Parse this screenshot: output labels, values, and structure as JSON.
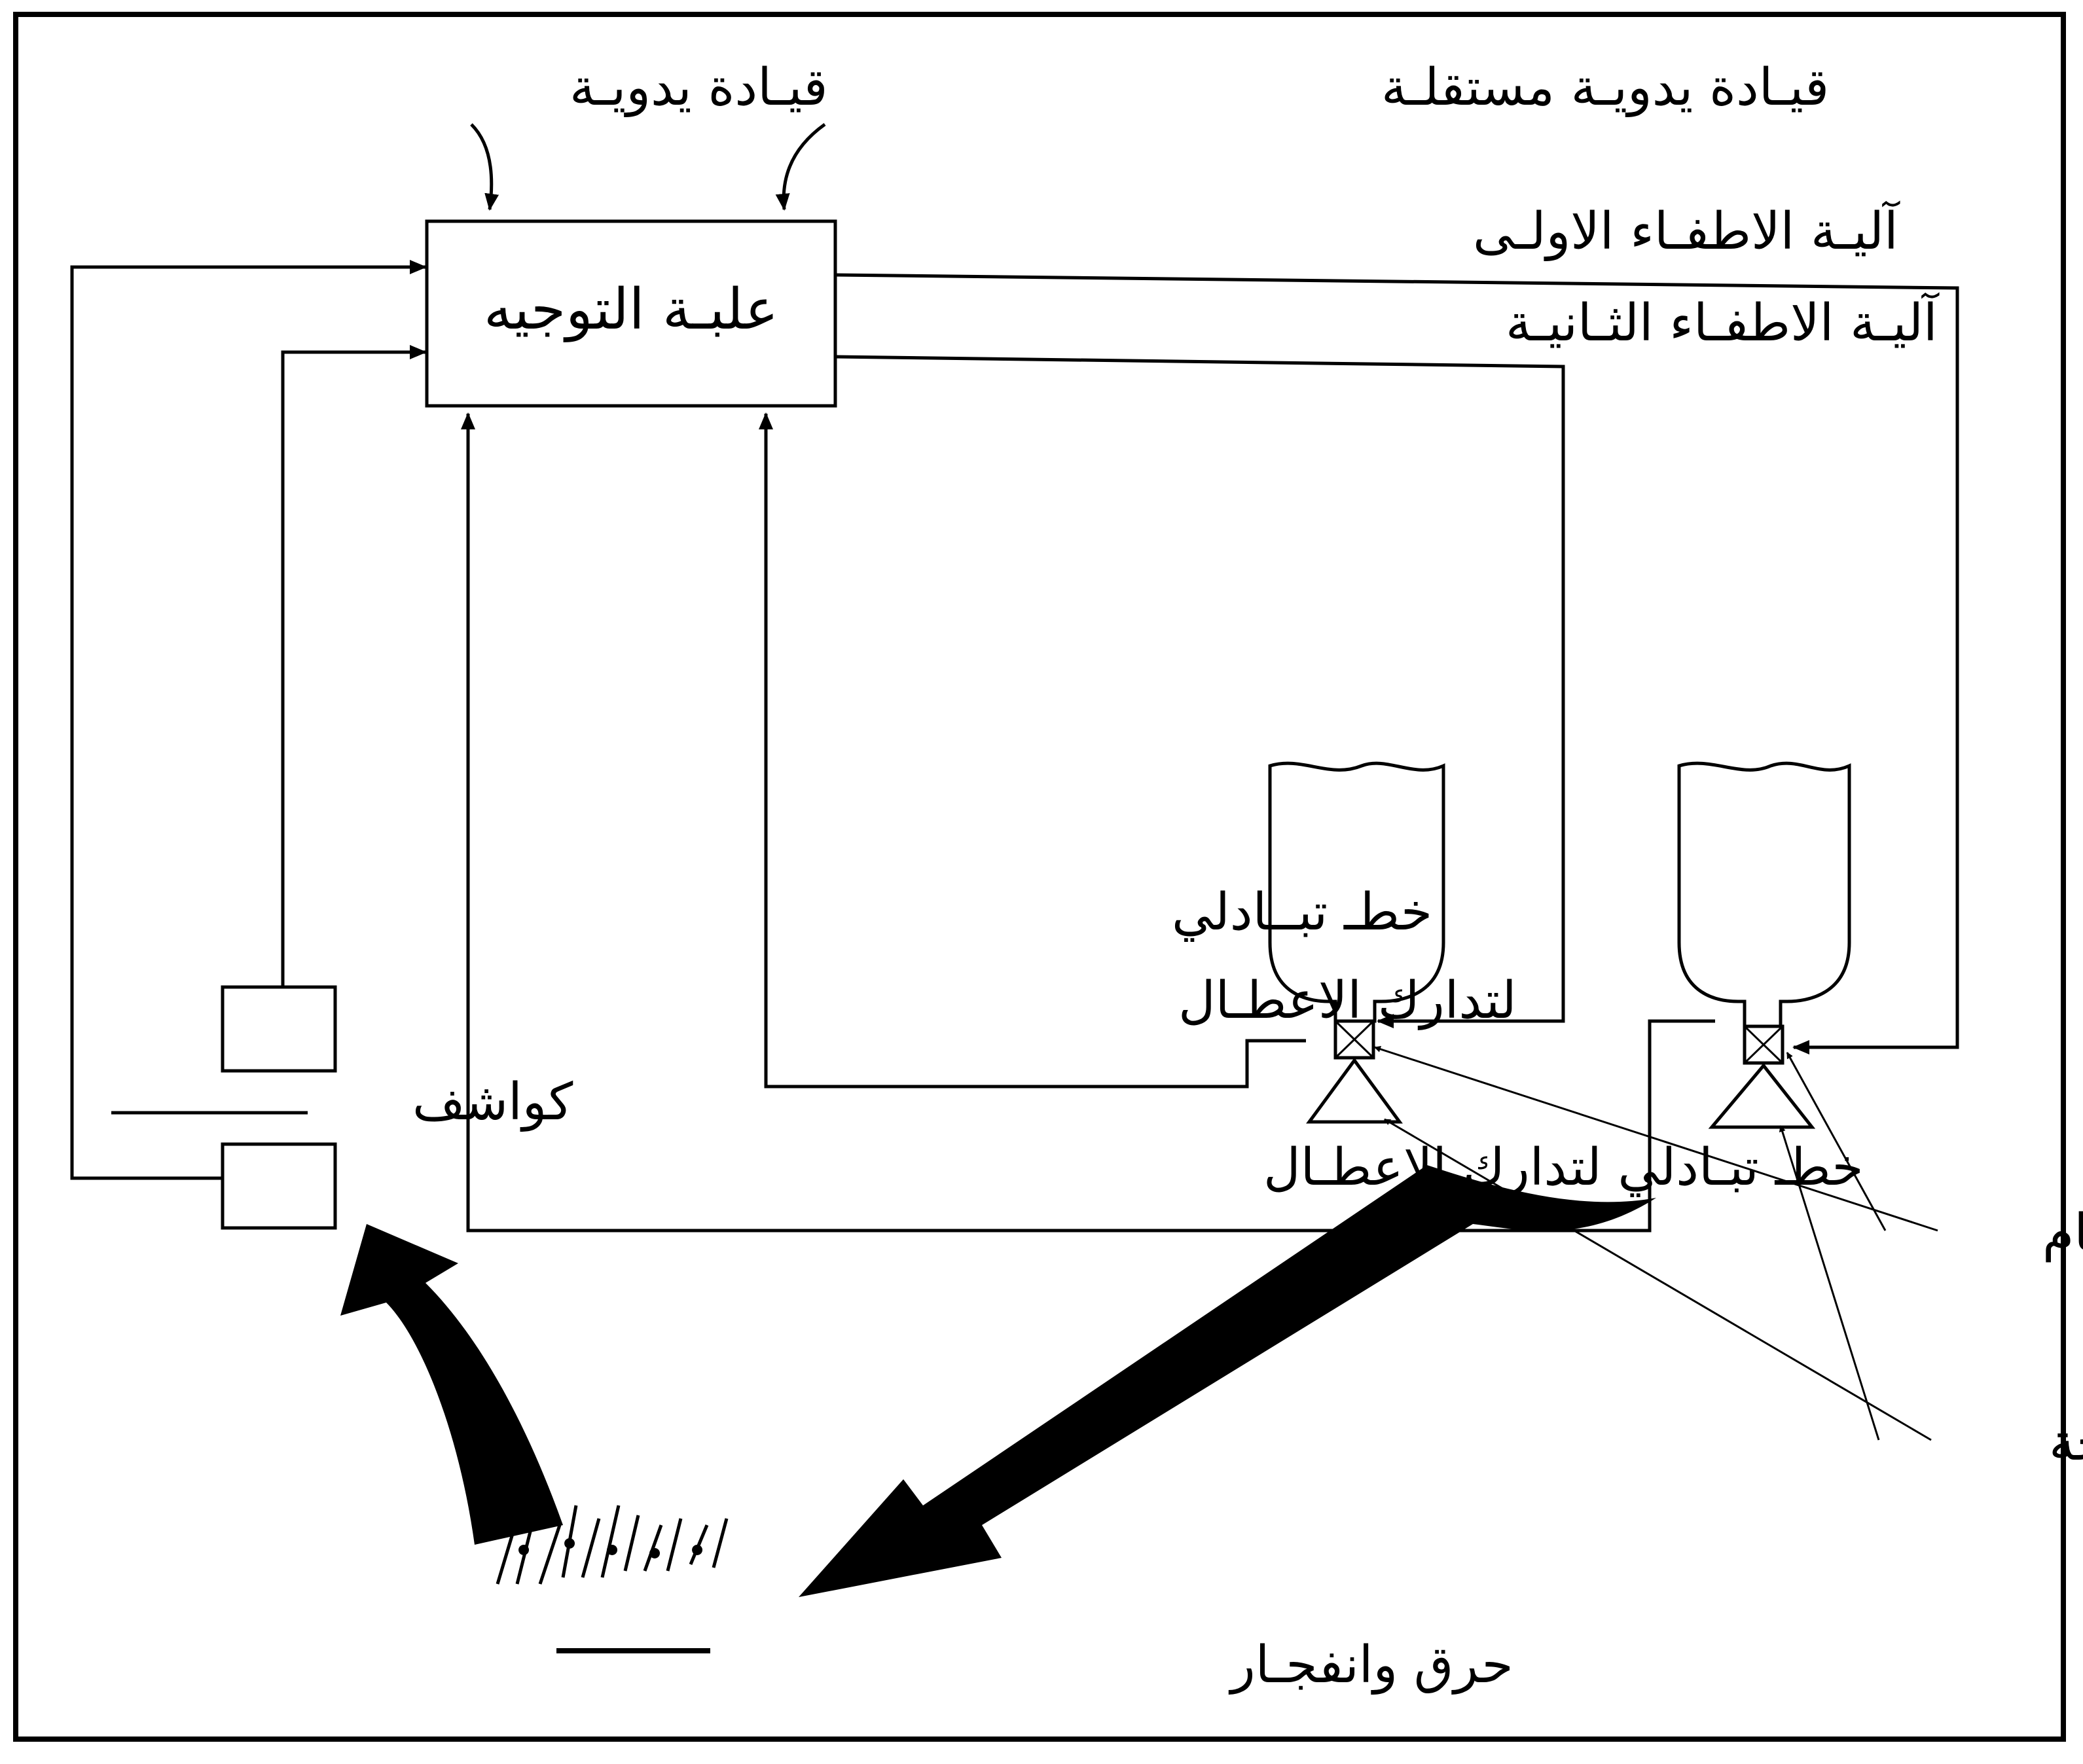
{
  "labels": {
    "manual_control": "قيـادة يدويـة",
    "independent_manual_control": "قيـادة يدويـة مستقلـة",
    "control_unit": "علبـة التوجيه",
    "first_extinguisher": "آليـة الاطفـاء الاولـى",
    "second_extinguisher": "آليـة الاطفـاء الثـانيـة",
    "backup_line_1a": "خطـ تبــادلي",
    "backup_line_1b": "لتدارك الاعطـال",
    "backup_line_2": "خطـ تبـادلي لتدارك الاعطـال",
    "detectors": "كواشف",
    "valve": "صمام",
    "nozzle": "فتحة",
    "fire_explosion": "حرق وانفجـار"
  }
}
